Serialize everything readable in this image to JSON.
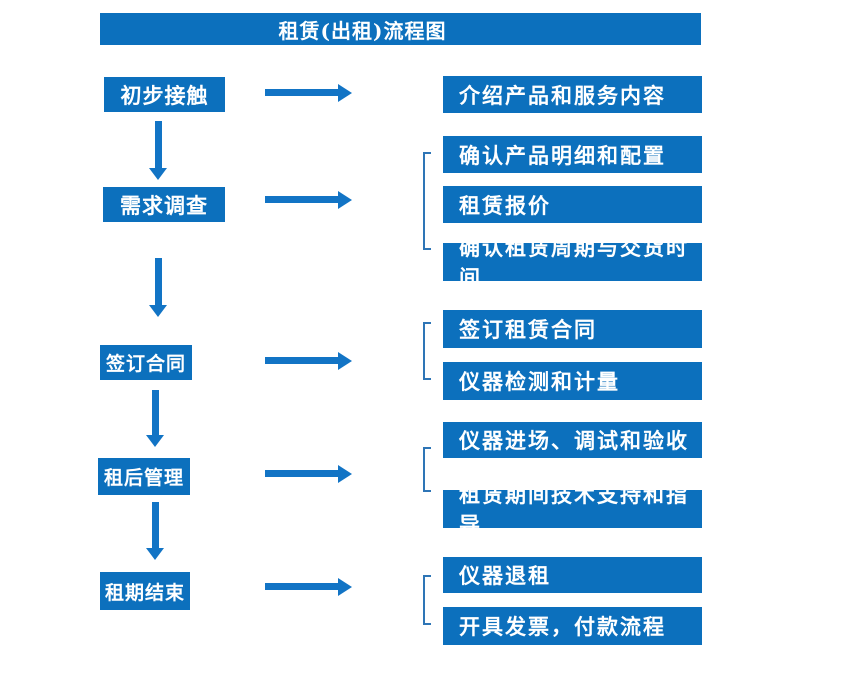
{
  "title": "租赁(出租)流程图",
  "colors": {
    "box": "#0c70bd",
    "arrow": "#1274c5",
    "bracket": "#2e75b6",
    "text": "#ffffff",
    "background": "#ffffff"
  },
  "steps": [
    {
      "label": "初步接触",
      "details": [
        "介绍产品和服务内容"
      ]
    },
    {
      "label": "需求调查",
      "details": [
        "确认产品明细和配置",
        "租赁报价",
        "确认租赁周期与交货时间"
      ]
    },
    {
      "label": "签订合同",
      "details": [
        "签订租赁合同",
        "仪器检测和计量"
      ]
    },
    {
      "label": "租后管理",
      "details": [
        "仪器进场、调试和验收",
        "租赁期间技术支持和指导"
      ]
    },
    {
      "label": "租期结束",
      "details": [
        "仪器退租",
        "开具发票，付款流程"
      ]
    }
  ]
}
